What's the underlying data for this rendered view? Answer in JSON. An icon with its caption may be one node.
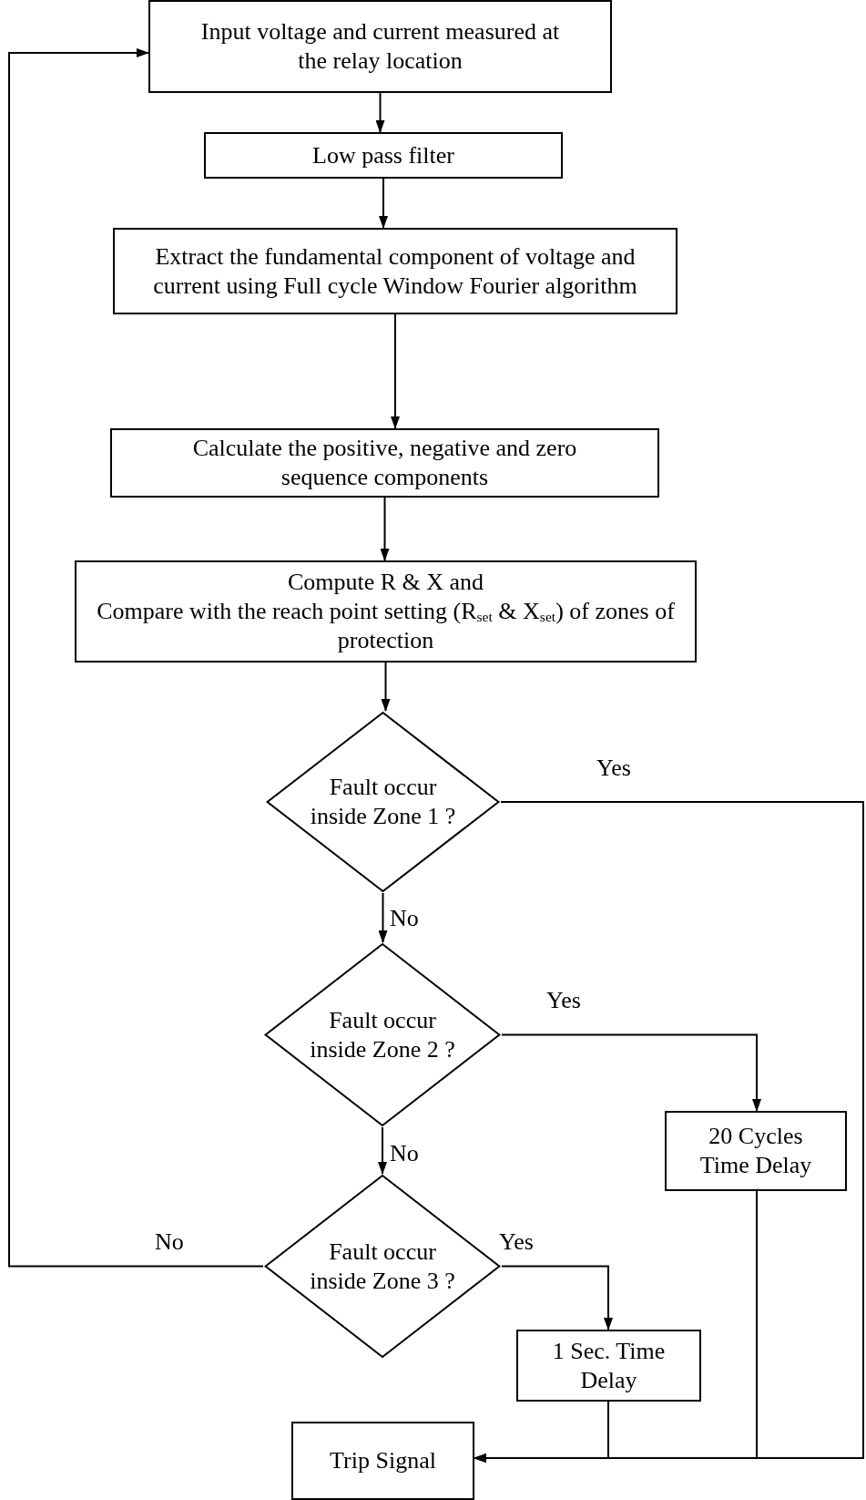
{
  "diagram": {
    "nodes": [
      {
        "text": [
          "Input voltage and current measured at the relay location"
        ]
      },
      {
        "text": [
          "Low pass filter"
        ]
      },
      {
        "text": [
          "Extract the fundamental component of voltage and current using Full cycle Window Fourier algorithm"
        ]
      },
      {
        "text": [
          "Calculate the positive, negative and zero sequence components"
        ]
      },
      {
        "text": [
          "Compute R & X and",
          "Compare with the reach point setting (R$_{set}$ & X$_{set}$) of zones of protection"
        ]
      },
      {
        "text": [
          "Fault occur inside Zone 1 ?"
        ]
      },
      {
        "text": [
          "Fault occur inside Zone 2 ?"
        ]
      },
      {
        "text": [
          "Fault occur inside Zone 3 ?"
        ]
      },
      {
        "text": [
          "20 Cycles Time Delay"
        ]
      },
      {
        "text": [
          "1 Sec. Time Delay"
        ]
      },
      {
        "text": [
          "Trip Signal"
        ]
      }
    ],
    "edges": [
      {
        "from": 0,
        "to": 1,
        "arrow": "to"
      },
      {
        "from": 1,
        "to": 2,
        "arrow": "to"
      },
      {
        "from": 2,
        "to": 3,
        "arrow": "to"
      },
      {
        "from": 3,
        "to": 4,
        "arrow": "to"
      },
      {
        "from": 4,
        "to": 5,
        "arrow": "to"
      },
      {
        "from": 5,
        "to": 6,
        "arrow": "to",
        "label": "No"
      },
      {
        "from": 6,
        "to": 7,
        "arrow": "to",
        "label": "No"
      },
      {
        "from": 7,
        "to": 0,
        "arrow": "to",
        "label": "No"
      },
      {
        "from": 5,
        "to": 10,
        "arrow": "to",
        "label": "Yes"
      },
      {
        "from": 6,
        "to": 8,
        "arrow": "to",
        "label": "Yes"
      },
      {
        "from": 7,
        "to": 9,
        "arrow": "to",
        "label": "Yes"
      },
      {
        "from": 8,
        "to": 10,
        "arrow": "to"
      },
      {
        "from": 9,
        "to": 10,
        "arrow": "to"
      }
    ]
  }
}
